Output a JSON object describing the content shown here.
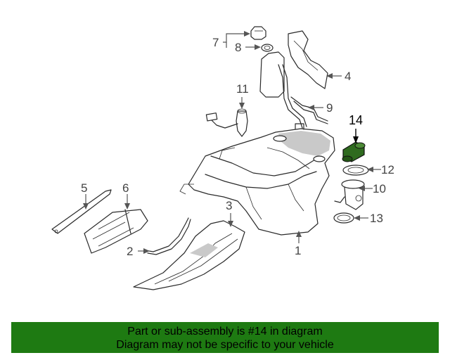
{
  "callouts": [
    {
      "id": "c1",
      "label": "1"
    },
    {
      "id": "c2",
      "label": "2"
    },
    {
      "id": "c3",
      "label": "3"
    },
    {
      "id": "c4",
      "label": "4"
    },
    {
      "id": "c5",
      "label": "5"
    },
    {
      "id": "c6",
      "label": "6"
    },
    {
      "id": "c7",
      "label": "7"
    },
    {
      "id": "c8",
      "label": "8"
    },
    {
      "id": "c9",
      "label": "9"
    },
    {
      "id": "c10",
      "label": "10"
    },
    {
      "id": "c11",
      "label": "11"
    },
    {
      "id": "c12",
      "label": "12"
    },
    {
      "id": "c13",
      "label": "13"
    },
    {
      "id": "c14",
      "label": "14"
    }
  ],
  "highlighted_part": "14",
  "colors": {
    "banner_bg": "#1e7a12",
    "highlight_part": "#2f6b1f",
    "line": "#2a2a2a"
  },
  "banner": {
    "line1": "Part or sub-assembly is #14 in diagram",
    "line2": "Diagram may not be specific to your vehicle"
  }
}
